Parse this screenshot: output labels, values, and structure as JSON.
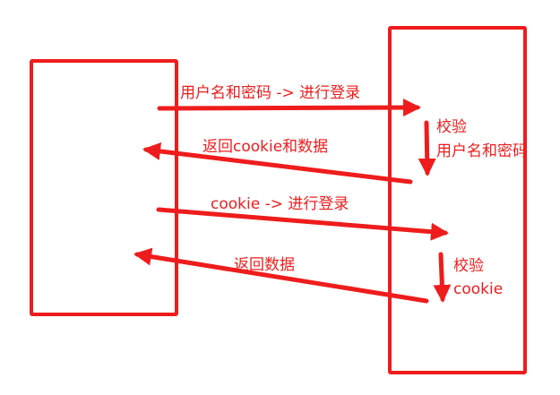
{
  "colors": {
    "accent": "#ee1c1c"
  },
  "messages": [
    {
      "text": "用户名和密码 -> 进行登录",
      "direction": "to-server"
    },
    {
      "text": "返回cookie和数据",
      "direction": "to-client"
    },
    {
      "text": "cookie -> 进行登录",
      "direction": "to-server"
    },
    {
      "text": "返回数据",
      "direction": "to-client"
    }
  ],
  "server_notes": [
    {
      "line1": "校验",
      "line2": "用户名和密码"
    },
    {
      "line1": "校验",
      "line2": "cookie"
    }
  ]
}
